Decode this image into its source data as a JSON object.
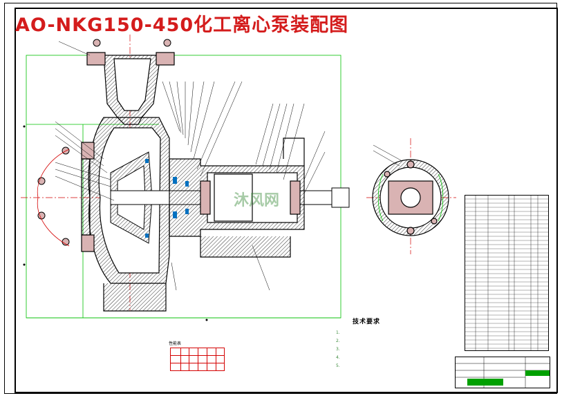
{
  "drawing": {
    "title": "AO-NKG150-450化工离心泵装配图",
    "colors": {
      "title": "#d41c1c",
      "outline": "#000000",
      "hatch": "#000000",
      "centerline": "#d40000",
      "construction": "#00c000",
      "note": "#3a8a3a",
      "seal": "#0070c0"
    }
  },
  "notes": {
    "heading": "技术要求",
    "items": [
      "1.",
      "2.",
      "3.",
      "4.",
      "5."
    ]
  },
  "performance": {
    "label": "性能表"
  },
  "watermark": {
    "text": "沐风网"
  }
}
